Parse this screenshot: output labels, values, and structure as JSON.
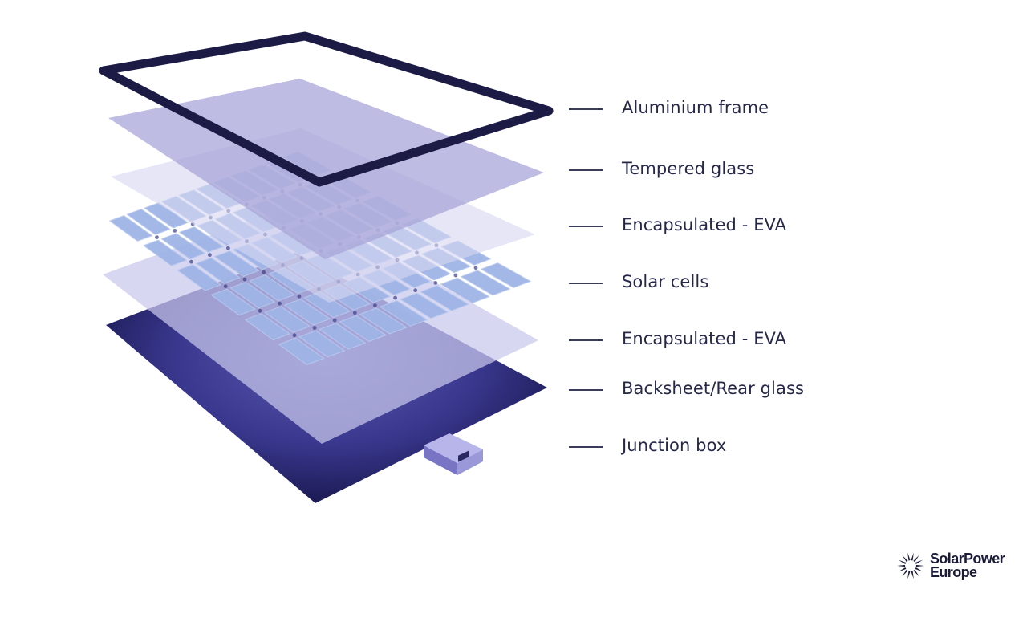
{
  "layers": [
    {
      "label": "Aluminium frame"
    },
    {
      "label": "Tempered glass"
    },
    {
      "label": "Encapsulated - EVA"
    },
    {
      "label": "Solar cells"
    },
    {
      "label": "Encapsulated - EVA"
    },
    {
      "label": "Backsheet/Rear glass"
    },
    {
      "label": "Junction box"
    }
  ],
  "logo": {
    "line1": "SolarPower",
    "line2": "Europe"
  },
  "colors": {
    "frame": "#1c1b45",
    "glass": "#a9a6d9",
    "eva": "#d3d3ee",
    "cell": "#9fb5e6",
    "backsheet": "#1f1d5c",
    "label": "#26284a"
  }
}
